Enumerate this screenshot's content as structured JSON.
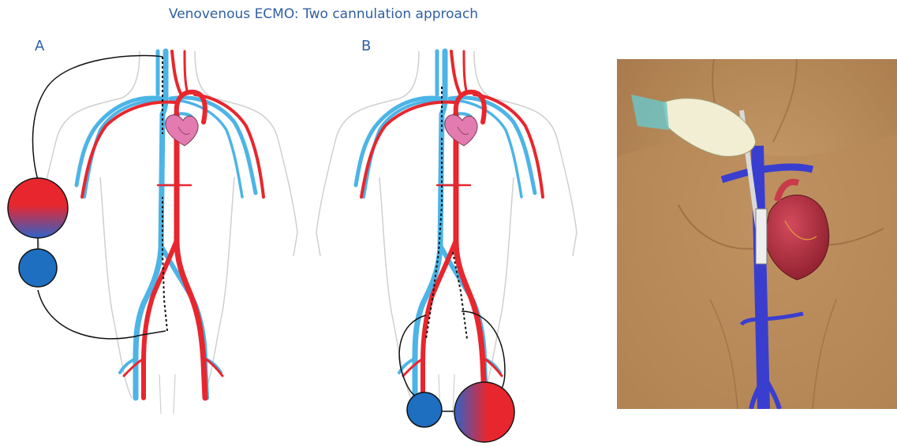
{
  "title": "Venovenous ECMO: Two cannulation approach",
  "panels": [
    {
      "label": "A"
    },
    {
      "label": "B"
    }
  ],
  "colors": {
    "artery": "#e8262e",
    "vein": "#4cb4e6",
    "heart": "#e37bb0",
    "pump": "#1f6fc0",
    "tubing": "#111111",
    "title": "#2f5fa3",
    "illustration_bg": "#c49a68",
    "illustration_vein": "#3a3ecf"
  }
}
